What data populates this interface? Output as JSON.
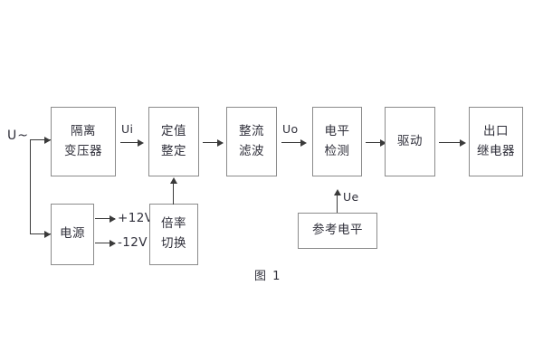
{
  "figure": {
    "caption": "图 1",
    "input_label": "U~"
  },
  "blocks": {
    "isolation_transformer": {
      "line1": "隔离",
      "line2": "变压器"
    },
    "setting_value": {
      "line1": "定值",
      "line2": "整定"
    },
    "rectify_filter": {
      "line1": "整流",
      "line2": "滤波"
    },
    "level_detect": {
      "line1": "电平",
      "line2": "检测"
    },
    "drive": {
      "line1": "驱动"
    },
    "output_relay": {
      "line1": "出口",
      "line2": "继电器"
    },
    "power_supply": {
      "line1": "电源"
    },
    "multiplier_switch": {
      "line1": "倍率",
      "line2": "切换"
    },
    "reference_level": {
      "line1": "参考电平"
    }
  },
  "signals": {
    "ui": "Ui",
    "uo": "Uo",
    "ue": "Ue",
    "rail_pos": "+12V",
    "rail_neg": "-12V"
  },
  "colors": {
    "block_border": "#8b8b8b",
    "wire": "#3a3a3a",
    "text": "#2f2f3a",
    "background": "#ffffff"
  }
}
